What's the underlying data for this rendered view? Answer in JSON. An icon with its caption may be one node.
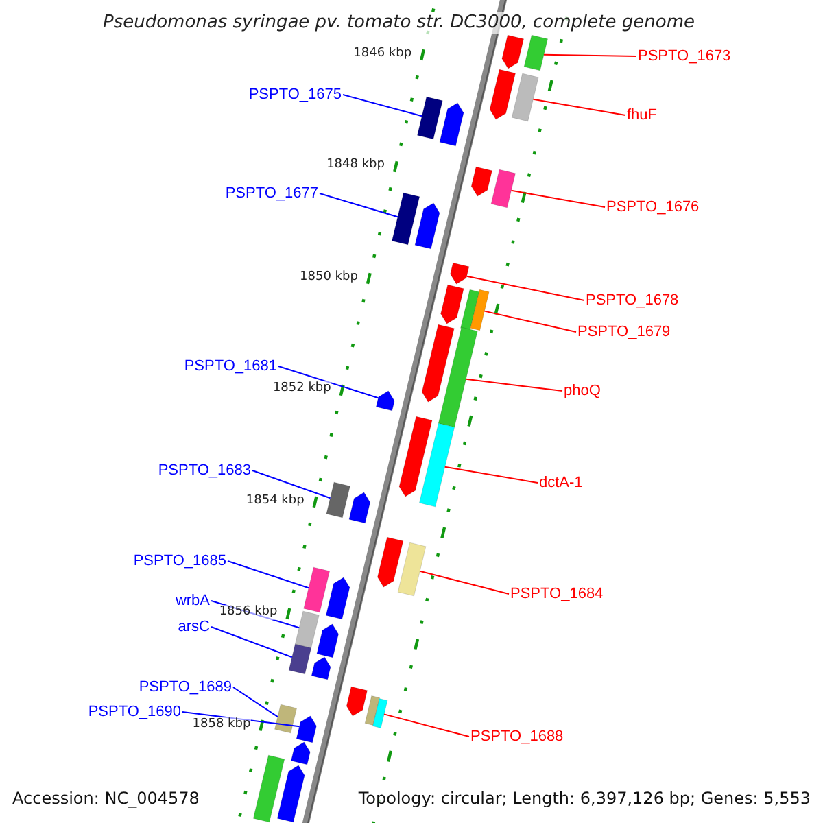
{
  "diagram": {
    "title": "Pseudomonas syringae pv. tomato str. DC3000, complete genome",
    "nodes": [
      {
        "text": [
          "PSPTO_1673"
        ]
      },
      {
        "text": [
          "PSPTO_1675"
        ]
      },
      {
        "text": [
          "fhuF"
        ]
      },
      {
        "text": [
          "PSPTO_1677"
        ]
      },
      {
        "text": [
          "PSPTO_1676"
        ]
      },
      {
        "text": [
          "PSPTO_1678"
        ]
      },
      {
        "text": [
          "PSPTO_1679"
        ]
      },
      {
        "text": [
          "PSPTO_1681"
        ]
      },
      {
        "text": [
          "phoQ"
        ]
      },
      {
        "text": [
          "PSPTO_1683"
        ]
      },
      {
        "text": [
          "dctA-1"
        ]
      },
      {
        "text": [
          "PSPTO_1685"
        ]
      },
      {
        "text": [
          "PSPTO_1684"
        ]
      },
      {
        "text": [
          "wrbA"
        ]
      },
      {
        "text": [
          "arsC"
        ]
      },
      {
        "text": [
          "PSPTO_1689"
        ]
      },
      {
        "text": [
          "PSPTO_1690"
        ]
      },
      {
        "text": [
          "PSPTO_1688"
        ]
      },
      {
        "text": [],
        "shape": "bar"
      },
      {
        "text": [],
        "shape": "bar"
      },
      {
        "text": [],
        "shape": "bar"
      },
      {
        "text": [],
        "shape": "bar"
      },
      {
        "text": [],
        "shape": "bar"
      },
      {
        "text": [],
        "shape": "bar"
      },
      {
        "text": [],
        "shape": "bar"
      },
      {
        "text": [],
        "shape": "bar"
      },
      {
        "text": [],
        "shape": "bar"
      },
      {
        "text": [],
        "shape": "bar"
      },
      {
        "text": [],
        "shape": "bar"
      },
      {
        "text": [],
        "shape": "bar"
      },
      {
        "text": [],
        "shape": "bar"
      },
      {
        "text": [],
        "shape": "bar"
      },
      {
        "text": [],
        "shape": "bar"
      },
      {
        "text": [],
        "shape": "bar"
      },
      {
        "text": [],
        "shape": "bar"
      },
      {
        "text": [],
        "shape": "bar"
      },
      {
        "text": [],
        "shape": "bar"
      },
      {
        "text": [],
        "shape": "bar"
      },
      {
        "text": [],
        "shape": "bar"
      },
      {
        "text": [],
        "shape": "bar"
      },
      {
        "text": [],
        "shape": "bar"
      },
      {
        "text": [],
        "shape": "bar"
      },
      {
        "text": [],
        "shape": "bar"
      },
      {
        "text": [],
        "shape": "bar"
      },
      {
        "text": [],
        "shape": "bar"
      },
      {
        "text": [],
        "shape": "bar"
      },
      {
        "text": [],
        "shape": "bar"
      },
      {
        "text": [],
        "shape": "bar"
      },
      {
        "text": [],
        "shape": "bar"
      },
      {
        "text": [],
        "shape": "bar"
      },
      {
        "text": [],
        "shape": "bar"
      },
      {
        "text": [],
        "shape": "bar"
      },
      {
        "text": [],
        "shape": "bar"
      },
      {
        "text": [],
        "shape": "bar"
      },
      {
        "text": [],
        "shape": "bar"
      }
    ],
    "edges": [
      {
        "from": 0,
        "to": 18,
        "arrow": "none",
        "color": "#ff0000"
      },
      {
        "from": 1,
        "to": 19,
        "arrow": "none",
        "color": "#0000ff"
      },
      {
        "from": 2,
        "to": 20,
        "arrow": "none",
        "color": "#ff0000"
      },
      {
        "from": 3,
        "to": 21,
        "arrow": "none",
        "color": "#0000ff"
      },
      {
        "from": 4,
        "to": 22,
        "arrow": "none",
        "color": "#ff0000"
      },
      {
        "from": 5,
        "to": 23,
        "arrow": "none",
        "color": "#ff0000"
      },
      {
        "from": 6,
        "to": 24,
        "arrow": "none",
        "color": "#ff0000"
      },
      {
        "from": 7,
        "to": 25,
        "arrow": "none",
        "color": "#0000ff"
      },
      {
        "from": 8,
        "to": 26,
        "arrow": "none",
        "color": "#ff0000"
      },
      {
        "from": 9,
        "to": 27,
        "arrow": "none",
        "color": "#0000ff"
      },
      {
        "from": 10,
        "to": 28,
        "arrow": "none",
        "color": "#ff0000"
      },
      {
        "from": 11,
        "to": 29,
        "arrow": "none",
        "color": "#0000ff"
      },
      {
        "from": 12,
        "to": 30,
        "arrow": "none",
        "color": "#ff0000"
      },
      {
        "from": 13,
        "to": 31,
        "arrow": "none",
        "color": "#0000ff"
      },
      {
        "from": 14,
        "to": 32,
        "arrow": "none",
        "color": "#0000ff"
      },
      {
        "from": 15,
        "to": 33,
        "arrow": "none",
        "color": "#0000ff"
      },
      {
        "from": 16,
        "to": 34,
        "arrow": "none",
        "color": "#0000ff"
      },
      {
        "from": 17,
        "to": 35,
        "arrow": "none",
        "color": "#ff0000"
      }
    ],
    "labels": [
      "1846 kbp",
      "1848 kbp",
      "1850 kbp",
      "1852 kbp",
      "1854 kbp",
      "1856 kbp",
      "1858 kbp",
      "Accession: NC_004578",
      "Topology: circular; Length: 6,397,126 bp; Genes: 5,553"
    ]
  }
}
